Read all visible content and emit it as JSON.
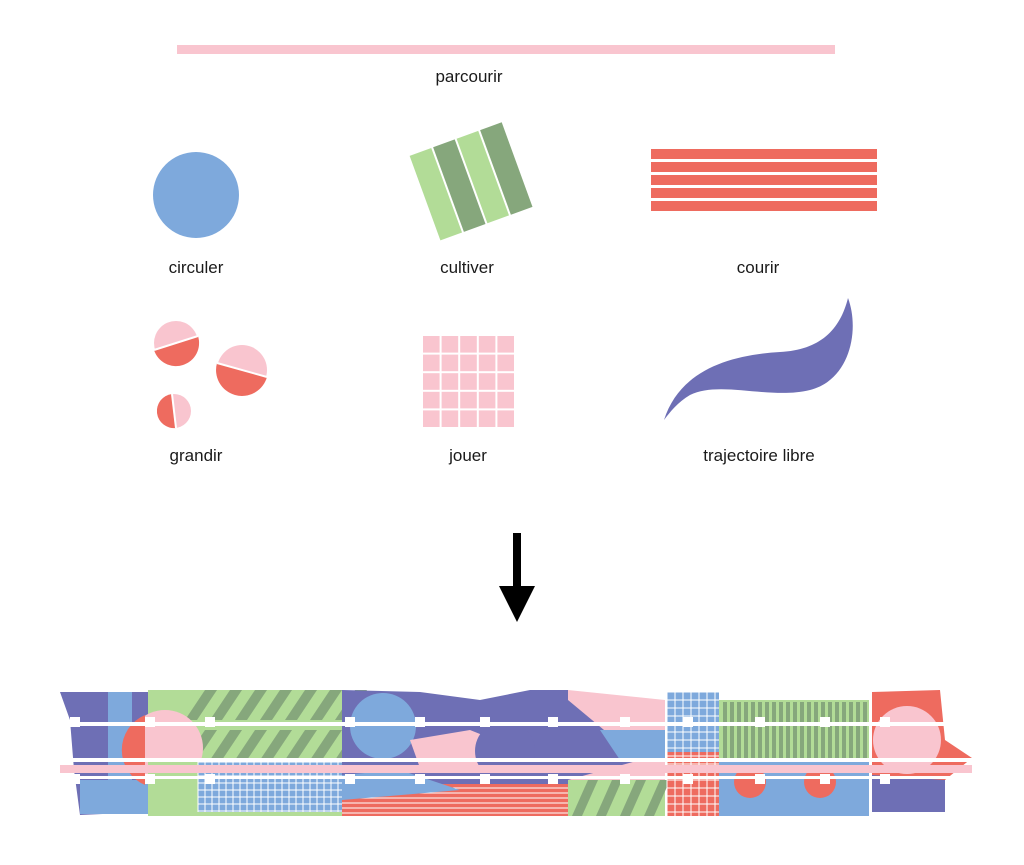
{
  "labels": {
    "parcourir": "parcourir",
    "circuler": "circuler",
    "cultiver": "cultiver",
    "courir": "courir",
    "grandir": "grandir",
    "jouer": "jouer",
    "trajectoire": "trajectoire libre"
  },
  "colors": {
    "pink": "#f9c5cf",
    "blue": "#7ea9dc",
    "green_light": "#b2dc97",
    "green_dark": "#86a77c",
    "red": "#ee6b5f",
    "purple": "#6e6fb5",
    "arrow": "#000000"
  },
  "icons": {
    "parcourir": "pink-line",
    "circuler": "blue-circle",
    "cultiver": "green-stripes",
    "courir": "red-stripes",
    "grandir": "split-circles",
    "jouer": "pink-grid",
    "trajectoire": "purple-swoosh",
    "arrow": "down-arrow"
  }
}
